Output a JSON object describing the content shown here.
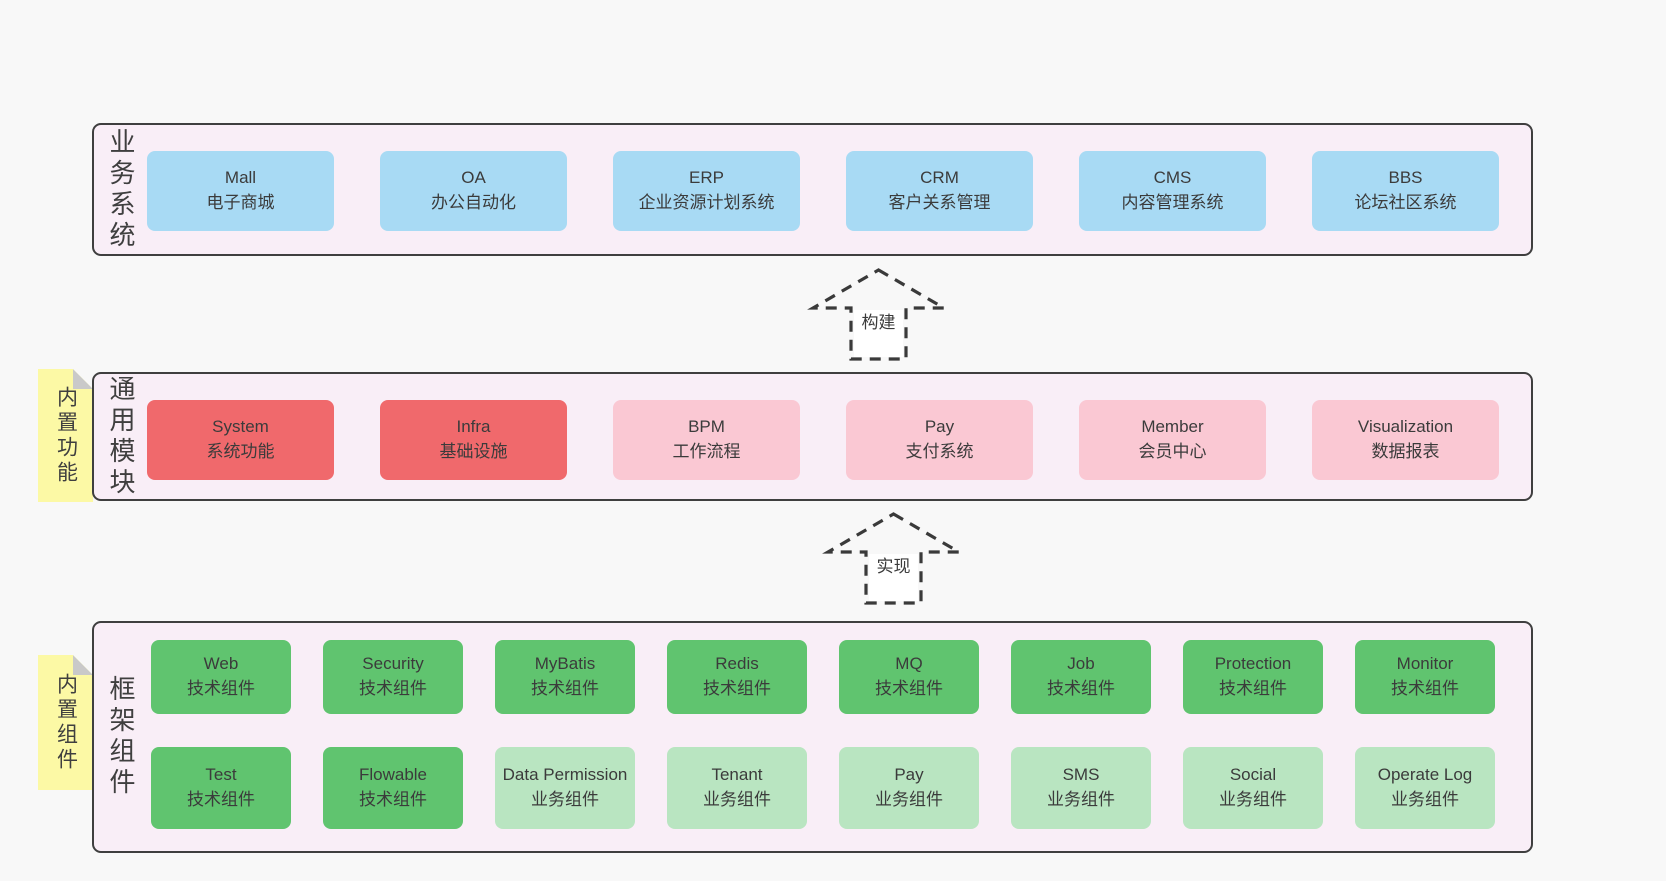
{
  "colors": {
    "page_bg": "#f8f8f8",
    "panel_bg": "#f9eef7",
    "panel_border": "#3f3f3f",
    "box_blue": "#a8daf4",
    "box_red": "#f0696c",
    "box_pink": "#fac8d3",
    "box_green": "#60c46f",
    "box_green_light": "#b9e5c1",
    "note_yellow": "#fcf9a5",
    "note_fold": "#c9c9c9",
    "text": "#3b3b3b"
  },
  "arrows": [
    {
      "label": "构建"
    },
    {
      "label": "实现"
    }
  ],
  "layers": [
    {
      "label": "业务系统",
      "rows": [
        [
          {
            "name": "Mall",
            "desc": "电子商城"
          },
          {
            "name": "OA",
            "desc": "办公自动化"
          },
          {
            "name": "ERP",
            "desc": "企业资源计划系统"
          },
          {
            "name": "CRM",
            "desc": "客户关系管理"
          },
          {
            "name": "CMS",
            "desc": "内容管理系统"
          },
          {
            "name": "BBS",
            "desc": "论坛社区系统"
          }
        ]
      ]
    },
    {
      "label": "通用模块",
      "note": "内置功能",
      "rows": [
        [
          {
            "name": "System",
            "desc": "系统功能"
          },
          {
            "name": "Infra",
            "desc": "基础设施"
          },
          {
            "name": "BPM",
            "desc": "工作流程"
          },
          {
            "name": "Pay",
            "desc": "支付系统"
          },
          {
            "name": "Member",
            "desc": "会员中心"
          },
          {
            "name": "Visualization",
            "desc": "数据报表"
          }
        ]
      ]
    },
    {
      "label": "框架组件",
      "note": "内置组件",
      "rows": [
        [
          {
            "name": "Web",
            "desc": "技术组件"
          },
          {
            "name": "Security",
            "desc": "技术组件"
          },
          {
            "name": "MyBatis",
            "desc": "技术组件"
          },
          {
            "name": "Redis",
            "desc": "技术组件"
          },
          {
            "name": "MQ",
            "desc": "技术组件"
          },
          {
            "name": "Job",
            "desc": "技术组件"
          },
          {
            "name": "Protection",
            "desc": "技术组件"
          },
          {
            "name": "Monitor",
            "desc": "技术组件"
          }
        ],
        [
          {
            "name": "Test",
            "desc": "技术组件"
          },
          {
            "name": "Flowable",
            "desc": "技术组件"
          },
          {
            "name": "Data Permission",
            "desc": "业务组件"
          },
          {
            "name": "Tenant",
            "desc": "业务组件"
          },
          {
            "name": "Pay",
            "desc": "业务组件"
          },
          {
            "name": "SMS",
            "desc": "业务组件"
          },
          {
            "name": "Social",
            "desc": "业务组件"
          },
          {
            "name": "Operate Log",
            "desc": "业务组件"
          }
        ]
      ]
    }
  ]
}
